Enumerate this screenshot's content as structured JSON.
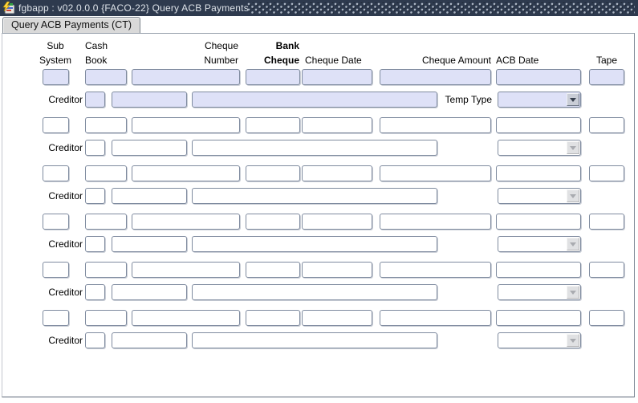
{
  "window": {
    "title": "fgbapp : v02.0.0.0 {FACO-22} Query ACB Payments"
  },
  "icons": {
    "app_icon": "forms-lightning-window",
    "dropdown_arrow": "triangle-down"
  },
  "tab": {
    "label": "Query ACB Payments (CT)"
  },
  "headers": {
    "sub_system_l1": "Sub",
    "sub_system_l2": "System",
    "cash_book_l1": "Cash",
    "cash_book_l2": "Book",
    "cheque_number_l1": "Cheque",
    "cheque_number_l2": "Number",
    "bank_cheque_l1": "Bank",
    "bank_cheque_l2": "Cheque",
    "cheque_date": "Cheque Date",
    "cheque_amount": "Cheque Amount",
    "acb_date": "ACB Date",
    "tape": "Tape"
  },
  "row_labels": {
    "creditor": "Creditor",
    "temp_type": "Temp Type"
  },
  "colors": {
    "titlebar": "#2e3a4e",
    "active_field": "#dee1f7",
    "field_border": "#7f8b9f",
    "tab_bg": "#d9d9d9"
  },
  "rows": [
    {
      "active": true,
      "fields": {
        "sub_system": "",
        "cash_book": "",
        "cheque_number": "",
        "bank_cheque": "",
        "cheque_date": "",
        "cheque_amount": "",
        "acb_date": "",
        "tape": "",
        "creditor_code": "",
        "creditor_book": "",
        "creditor_name": "",
        "temp_type": ""
      }
    },
    {
      "active": false,
      "fields": {
        "sub_system": "",
        "cash_book": "",
        "cheque_number": "",
        "bank_cheque": "",
        "cheque_date": "",
        "cheque_amount": "",
        "acb_date": "",
        "tape": "",
        "creditor_code": "",
        "creditor_book": "",
        "creditor_name": "",
        "temp_type": ""
      }
    },
    {
      "active": false,
      "fields": {
        "sub_system": "",
        "cash_book": "",
        "cheque_number": "",
        "bank_cheque": "",
        "cheque_date": "",
        "cheque_amount": "",
        "acb_date": "",
        "tape": "",
        "creditor_code": "",
        "creditor_book": "",
        "creditor_name": "",
        "temp_type": ""
      }
    },
    {
      "active": false,
      "fields": {
        "sub_system": "",
        "cash_book": "",
        "cheque_number": "",
        "bank_cheque": "",
        "cheque_date": "",
        "cheque_amount": "",
        "acb_date": "",
        "tape": "",
        "creditor_code": "",
        "creditor_book": "",
        "creditor_name": "",
        "temp_type": ""
      }
    },
    {
      "active": false,
      "fields": {
        "sub_system": "",
        "cash_book": "",
        "cheque_number": "",
        "bank_cheque": "",
        "cheque_date": "",
        "cheque_amount": "",
        "acb_date": "",
        "tape": "",
        "creditor_code": "",
        "creditor_book": "",
        "creditor_name": "",
        "temp_type": ""
      }
    },
    {
      "active": false,
      "fields": {
        "sub_system": "",
        "cash_book": "",
        "cheque_number": "",
        "bank_cheque": "",
        "cheque_date": "",
        "cheque_amount": "",
        "acb_date": "",
        "tape": "",
        "creditor_code": "",
        "creditor_book": "",
        "creditor_name": "",
        "temp_type": ""
      }
    }
  ]
}
